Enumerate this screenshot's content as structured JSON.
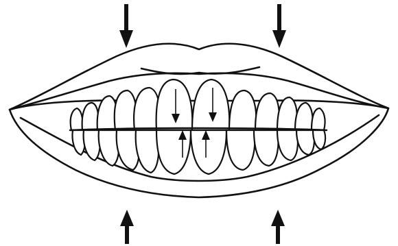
{
  "figure": {
    "subject": "mouth-with-teeth",
    "colors": {
      "ink": "#111111",
      "background": "#ffffff"
    }
  },
  "arrows": {
    "external": [
      {
        "direction": "down",
        "side": "left"
      },
      {
        "direction": "down",
        "side": "right"
      },
      {
        "direction": "up",
        "side": "left"
      },
      {
        "direction": "up",
        "side": "right"
      }
    ],
    "tooth_arrows": [
      {
        "direction": "down",
        "on": "upper-left-central-incisor"
      },
      {
        "direction": "down",
        "on": "upper-right-central-incisor"
      },
      {
        "direction": "up",
        "on": "lower-left-central-incisor"
      },
      {
        "direction": "up",
        "on": "lower-right-central-incisor"
      }
    ]
  }
}
